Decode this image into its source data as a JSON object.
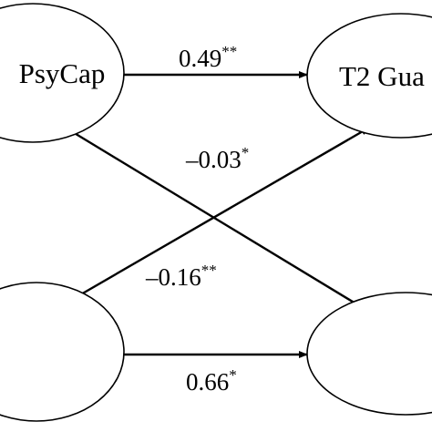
{
  "nodes": {
    "t1_psycap": {
      "label": "PsyCap"
    },
    "t2_guanxi": {
      "label": "T2 Gua"
    },
    "t1_bottom": {
      "label": ""
    },
    "t2_bottom": {
      "label": ""
    }
  },
  "paths": {
    "psycap_to_guanxi": {
      "coef": "0.49",
      "sig": "**"
    },
    "psycap_to_bottom": {
      "coef": "–0.03",
      "sig": "*"
    },
    "bottom_to_guanxi": {
      "coef": "–0.16",
      "sig": "**"
    },
    "bottom_to_bottom": {
      "coef": "0.66",
      "sig": "*"
    }
  },
  "colors": {
    "stroke": "#000000",
    "background": "#ffffff"
  }
}
